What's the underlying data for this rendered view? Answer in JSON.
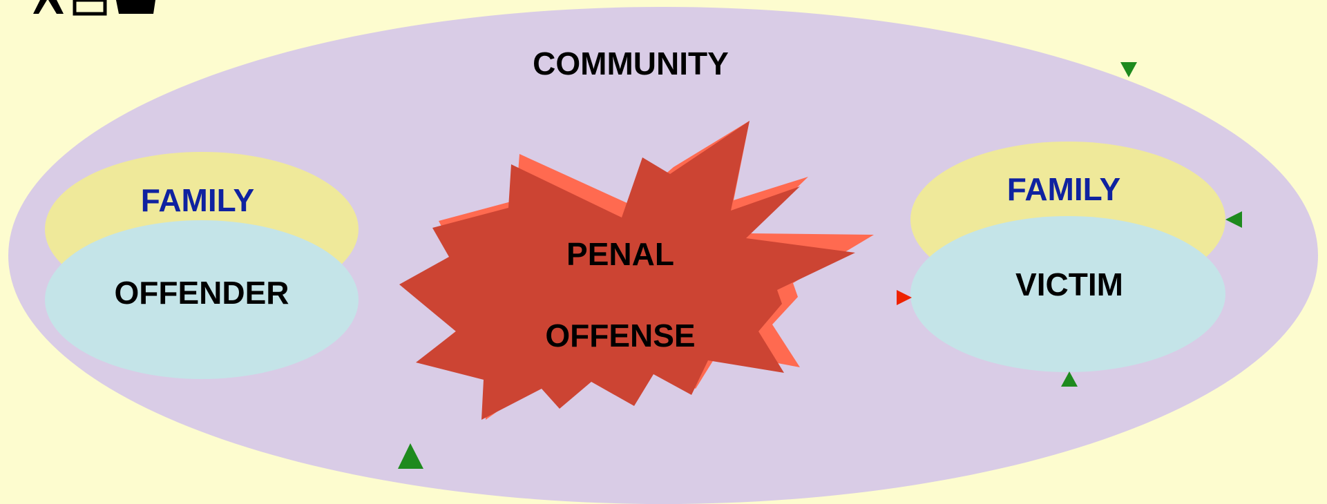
{
  "community": {
    "label": "COMMUNITY"
  },
  "offender_side": {
    "family_label": "FAMILY",
    "person_label": "OFFENDER"
  },
  "victim_side": {
    "family_label": "FAMILY",
    "person_label": "VICTIM"
  },
  "offense": {
    "line1": "PENAL",
    "line2": "OFFENSE"
  },
  "colors": {
    "background": "#fdfccf",
    "community": "#d9cce6",
    "family": "#efe99a",
    "person": "#c4e4e8",
    "offense_face": "#cc4433",
    "offense_edge": "#ff6a50",
    "marker_green": "#1e8a1e",
    "marker_red": "#ee2200",
    "family_text": "#0f22a0",
    "text": "#000000"
  }
}
